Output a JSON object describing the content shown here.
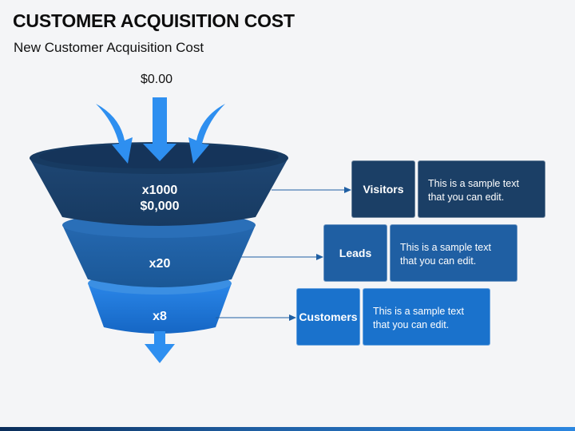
{
  "header": {
    "title": "CUSTOMER ACQUISITION COST",
    "subtitle": "New Customer Acquisition Cost"
  },
  "funnel": {
    "top_value": "$0.00",
    "levels": [
      {
        "line1": "x1000",
        "line2": "$0,000",
        "color": "#1b3f66"
      },
      {
        "line1": "x20",
        "color": "#1f5fa3"
      },
      {
        "line1": "x8",
        "color": "#1a72cc"
      }
    ]
  },
  "stages": [
    {
      "label": "Visitors",
      "text": "This is a sample text that you can edit.",
      "color": "#1b3f66"
    },
    {
      "label": "Leads",
      "text": "This is a sample text that you can edit.",
      "color": "#1f5fa3"
    },
    {
      "label": "Customers",
      "text": "This is a sample text that you can edit.",
      "color": "#1a72cc"
    }
  ],
  "colors": {
    "arrow": "#2e8ff0",
    "connector": "#1f5fa3"
  }
}
